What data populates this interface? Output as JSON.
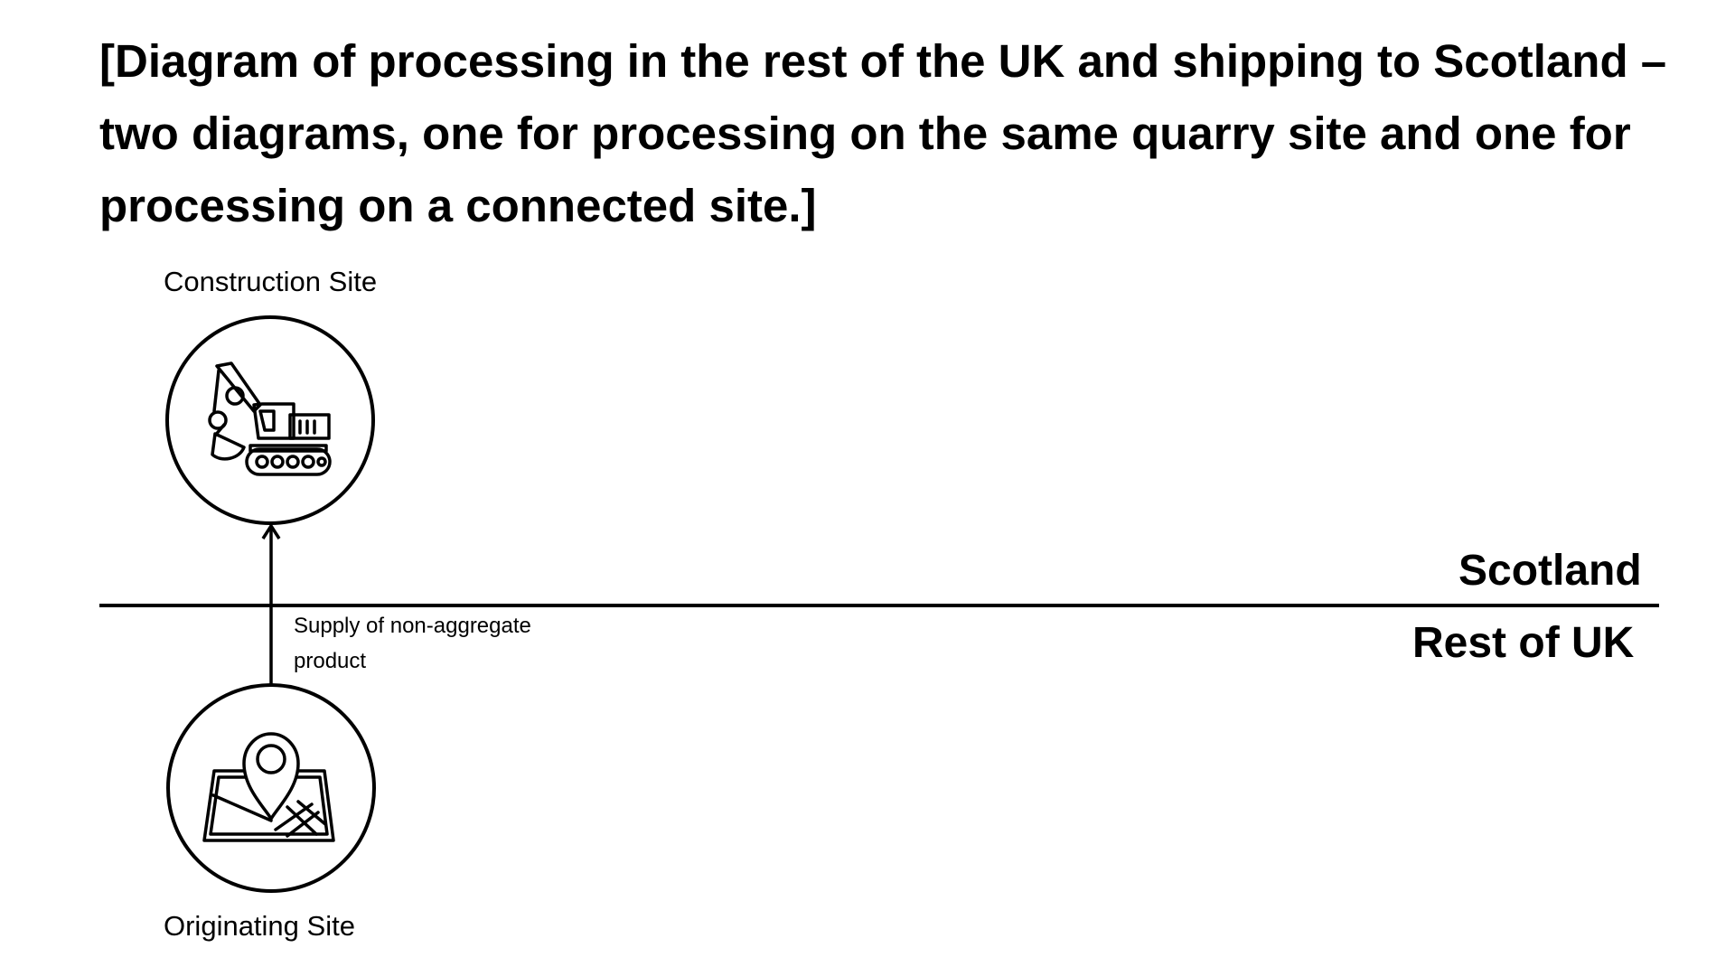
{
  "title": "[Diagram of processing in the rest of the UK and shipping to Scotland – two diagrams, one for processing on the same quarry site and one for processing on a connected site.]",
  "nodes": {
    "construction_site": {
      "label": "Construction Site",
      "icon": "excavator-icon"
    },
    "originating_site": {
      "label": "Originating Site",
      "icon": "map-pin-icon"
    }
  },
  "regions": {
    "upper": "Scotland",
    "lower": "Rest of UK"
  },
  "flow": {
    "label": "Supply of non-aggregate product"
  },
  "colors": {
    "line": "#000000",
    "background": "#ffffff"
  }
}
